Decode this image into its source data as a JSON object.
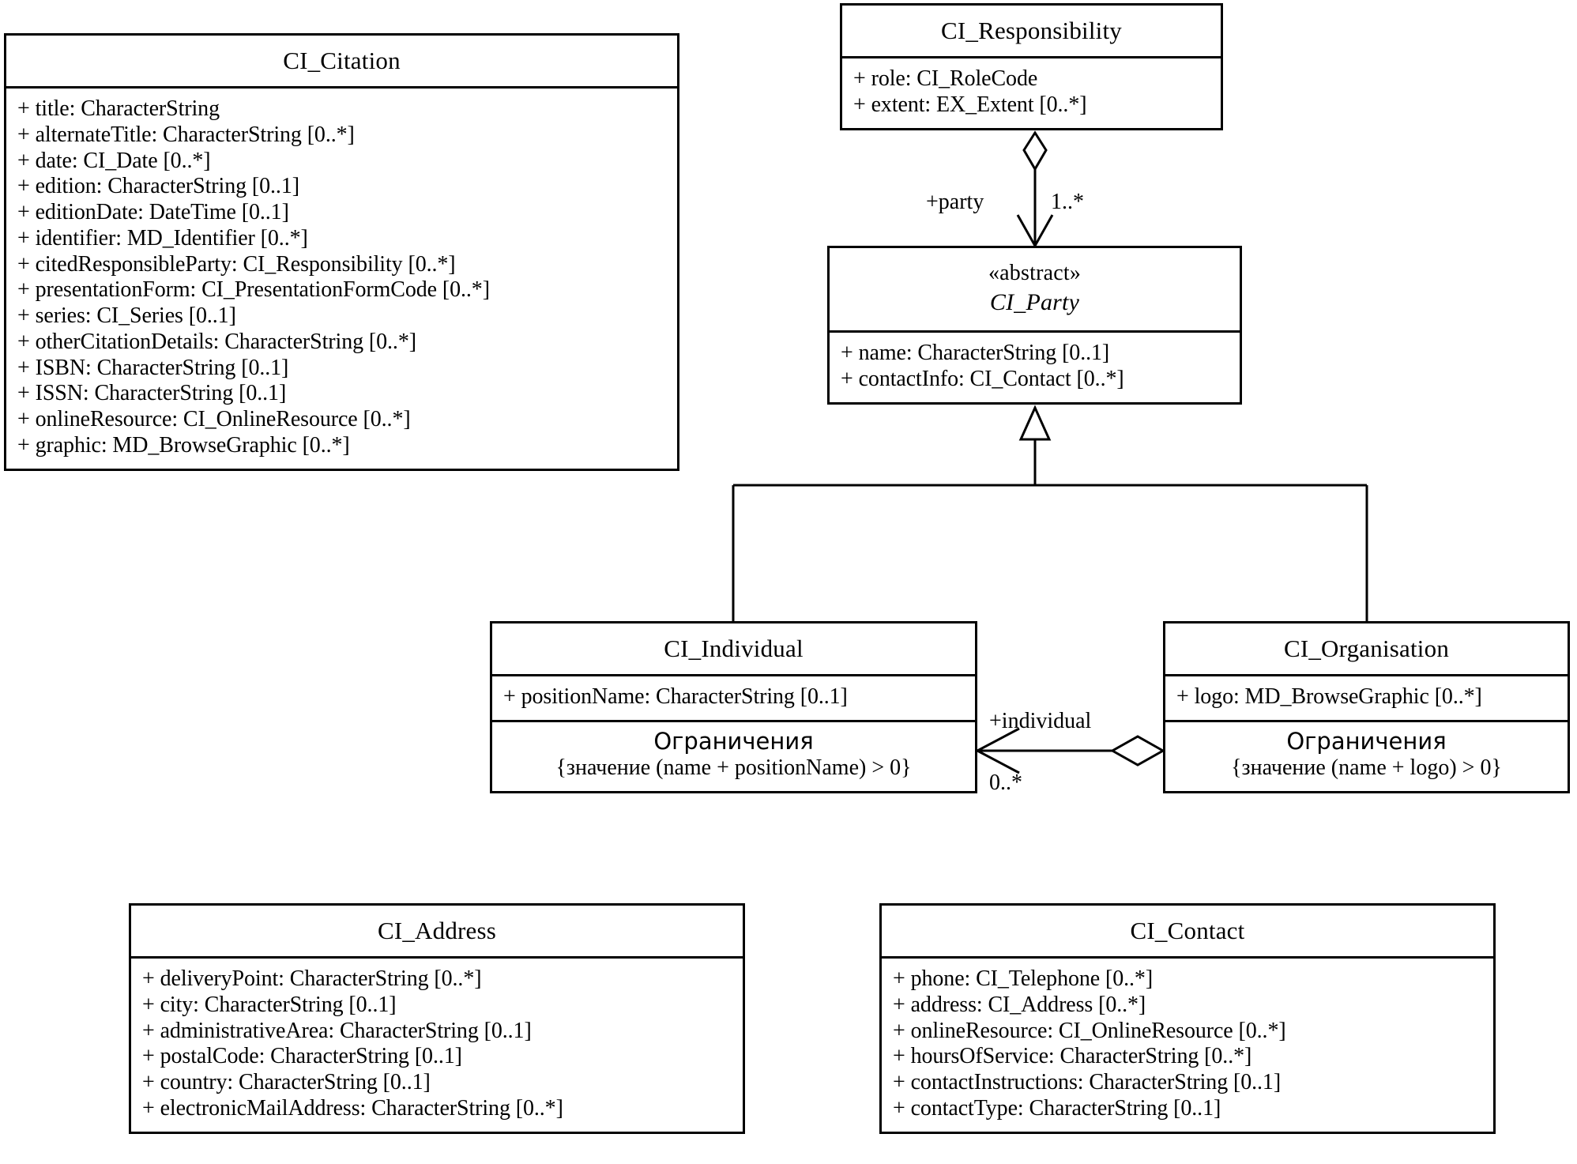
{
  "diagram": {
    "title": "ISO 19115 Citation and responsible party information UML class diagram",
    "language": "ru",
    "stroke_color": "#000000",
    "background_color": "#ffffff"
  },
  "classes": {
    "citation": {
      "name": "CI_Citation",
      "attributes": [
        "+ title: CharacterString",
        "+ alternateTitle: CharacterString [0..*]",
        "+ date: CI_Date [0..*]",
        "+ edition: CharacterString [0..1]",
        "+ editionDate: DateTime [0..1]",
        "+ identifier: MD_Identifier [0..*]",
        "+ citedResponsibleParty: CI_Responsibility [0..*]",
        "+ presentationForm: CI_PresentationFormCode [0..*]",
        "+ series: CI_Series [0..1]",
        "+ otherCitationDetails: CharacterString [0..*]",
        "+ ISBN: CharacterString [0..1]",
        "+ ISSN: CharacterString [0..1]",
        "+ onlineResource: CI_OnlineResource [0..*]",
        "+ graphic: MD_BrowseGraphic [0..*]"
      ]
    },
    "responsibility": {
      "name": "CI_Responsibility",
      "attributes": [
        "+ role: CI_RoleCode",
        "+ extent: EX_Extent [0..*]"
      ]
    },
    "party": {
      "stereotype": "«abstract»",
      "name": "CI_Party",
      "attributes": [
        "+ name: CharacterString [0..1]",
        "+ contactInfo: CI_Contact [0..*]"
      ]
    },
    "individual": {
      "name": "CI_Individual",
      "attributes": [
        "+ positionName: CharacterString [0..1]"
      ],
      "constraints_header": "Ограничения",
      "constraints_body": "{значение (name + positionName) > 0}"
    },
    "organisation": {
      "name": "CI_Organisation",
      "attributes": [
        "+ logo: MD_BrowseGraphic [0..*]"
      ],
      "constraints_header": "Ограничения",
      "constraints_body": "{значение (name + logo) > 0}"
    },
    "address": {
      "name": "CI_Address",
      "attributes": [
        "+ deliveryPoint: CharacterString [0..*]",
        "+ city: CharacterString [0..1]",
        "+ administrativeArea: CharacterString [0..1]",
        "+ postalCode: CharacterString [0..1]",
        "+ country: CharacterString [0..1]",
        "+ electronicMailAddress: CharacterString [0..*]"
      ]
    },
    "contact": {
      "name": "CI_Contact",
      "attributes": [
        "+ phone: CI_Telephone [0..*]",
        "+ address: CI_Address [0..*]",
        "+ onlineResource: CI_OnlineResource [0..*]",
        "+ hoursOfService: CharacterString [0..*]",
        "+ contactInstructions: CharacterString [0..1]",
        "+ contactType: CharacterString [0..1]"
      ]
    }
  },
  "relationships": {
    "responsibility_party": {
      "kind": "aggregation-directed",
      "from": "CI_Responsibility",
      "to": "CI_Party",
      "role_label": "+party",
      "multiplicity": "1..*"
    },
    "party_generalization": {
      "kind": "generalization",
      "parent": "CI_Party",
      "children": [
        "CI_Individual",
        "CI_Organisation"
      ]
    },
    "organisation_individual": {
      "kind": "aggregation-directed",
      "from": "CI_Organisation",
      "to": "CI_Individual",
      "role_label": "+individual",
      "multiplicity": "0..*"
    }
  }
}
